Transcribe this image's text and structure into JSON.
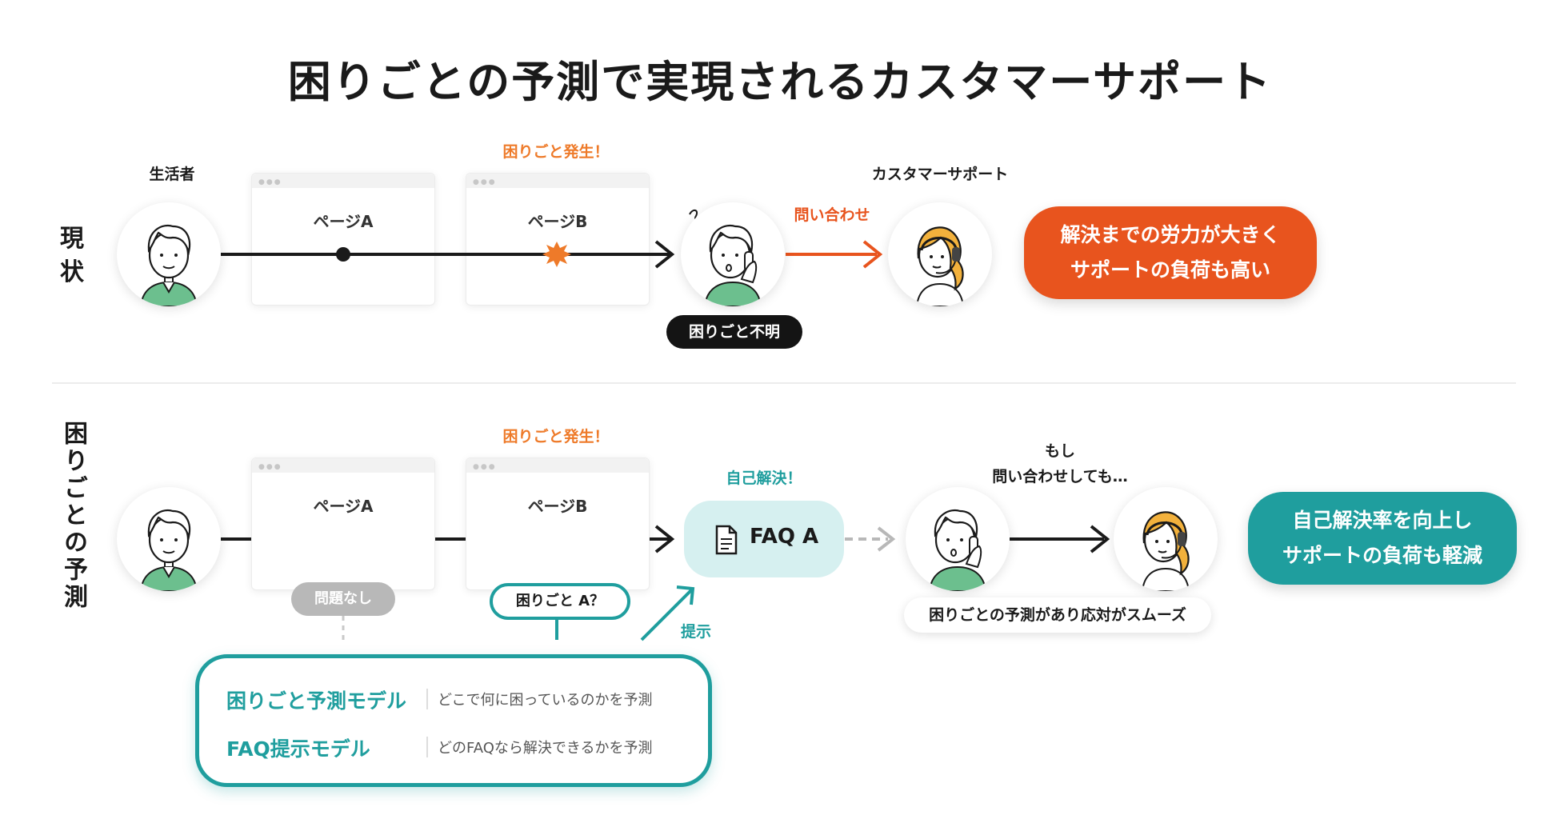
{
  "title": "困りごとの予測で実現されるカスタマーサポート",
  "top": {
    "row_label": "現状",
    "consumer_label": "生活者",
    "trouble_label": "困りごと発生！",
    "support_label": "カスタマーサポート",
    "page_a": "ページA",
    "page_b": "ページB",
    "inquiry_label": "問い合わせ",
    "unknown_pill": "困りごと不明",
    "outcome_line1": "解決までの労力が大きく",
    "outcome_line2": "サポートの負荷も高い"
  },
  "bottom": {
    "row_label": "困りごとの予測",
    "trouble_label": "困りごと発生！",
    "page_a": "ページA",
    "page_b": "ページB",
    "self_solve_label": "自己解決！",
    "faq_label": "FAQ A",
    "if_line1": "もし",
    "if_line2": "問い合わせしても…",
    "no_problem_pill": "問題なし",
    "trouble_a_pill": "困りごと A？",
    "present_label": "提示",
    "smooth_pill": "困りごとの予測があり応対がスムーズ",
    "outcome_line1": "自己解決率を向上し",
    "outcome_line2": "サポートの負荷も軽減",
    "models": [
      {
        "name": "困りごと予測モデル",
        "desc": "どこで何に困っているのかを予測"
      },
      {
        "name": "FAQ提示モデル",
        "desc": "どのFAQなら解決できるかを予測"
      }
    ]
  },
  "colors": {
    "teal": "#1f9e9e",
    "orange": "#ee7a29",
    "red": "#e8541e",
    "dark": "#141414"
  }
}
